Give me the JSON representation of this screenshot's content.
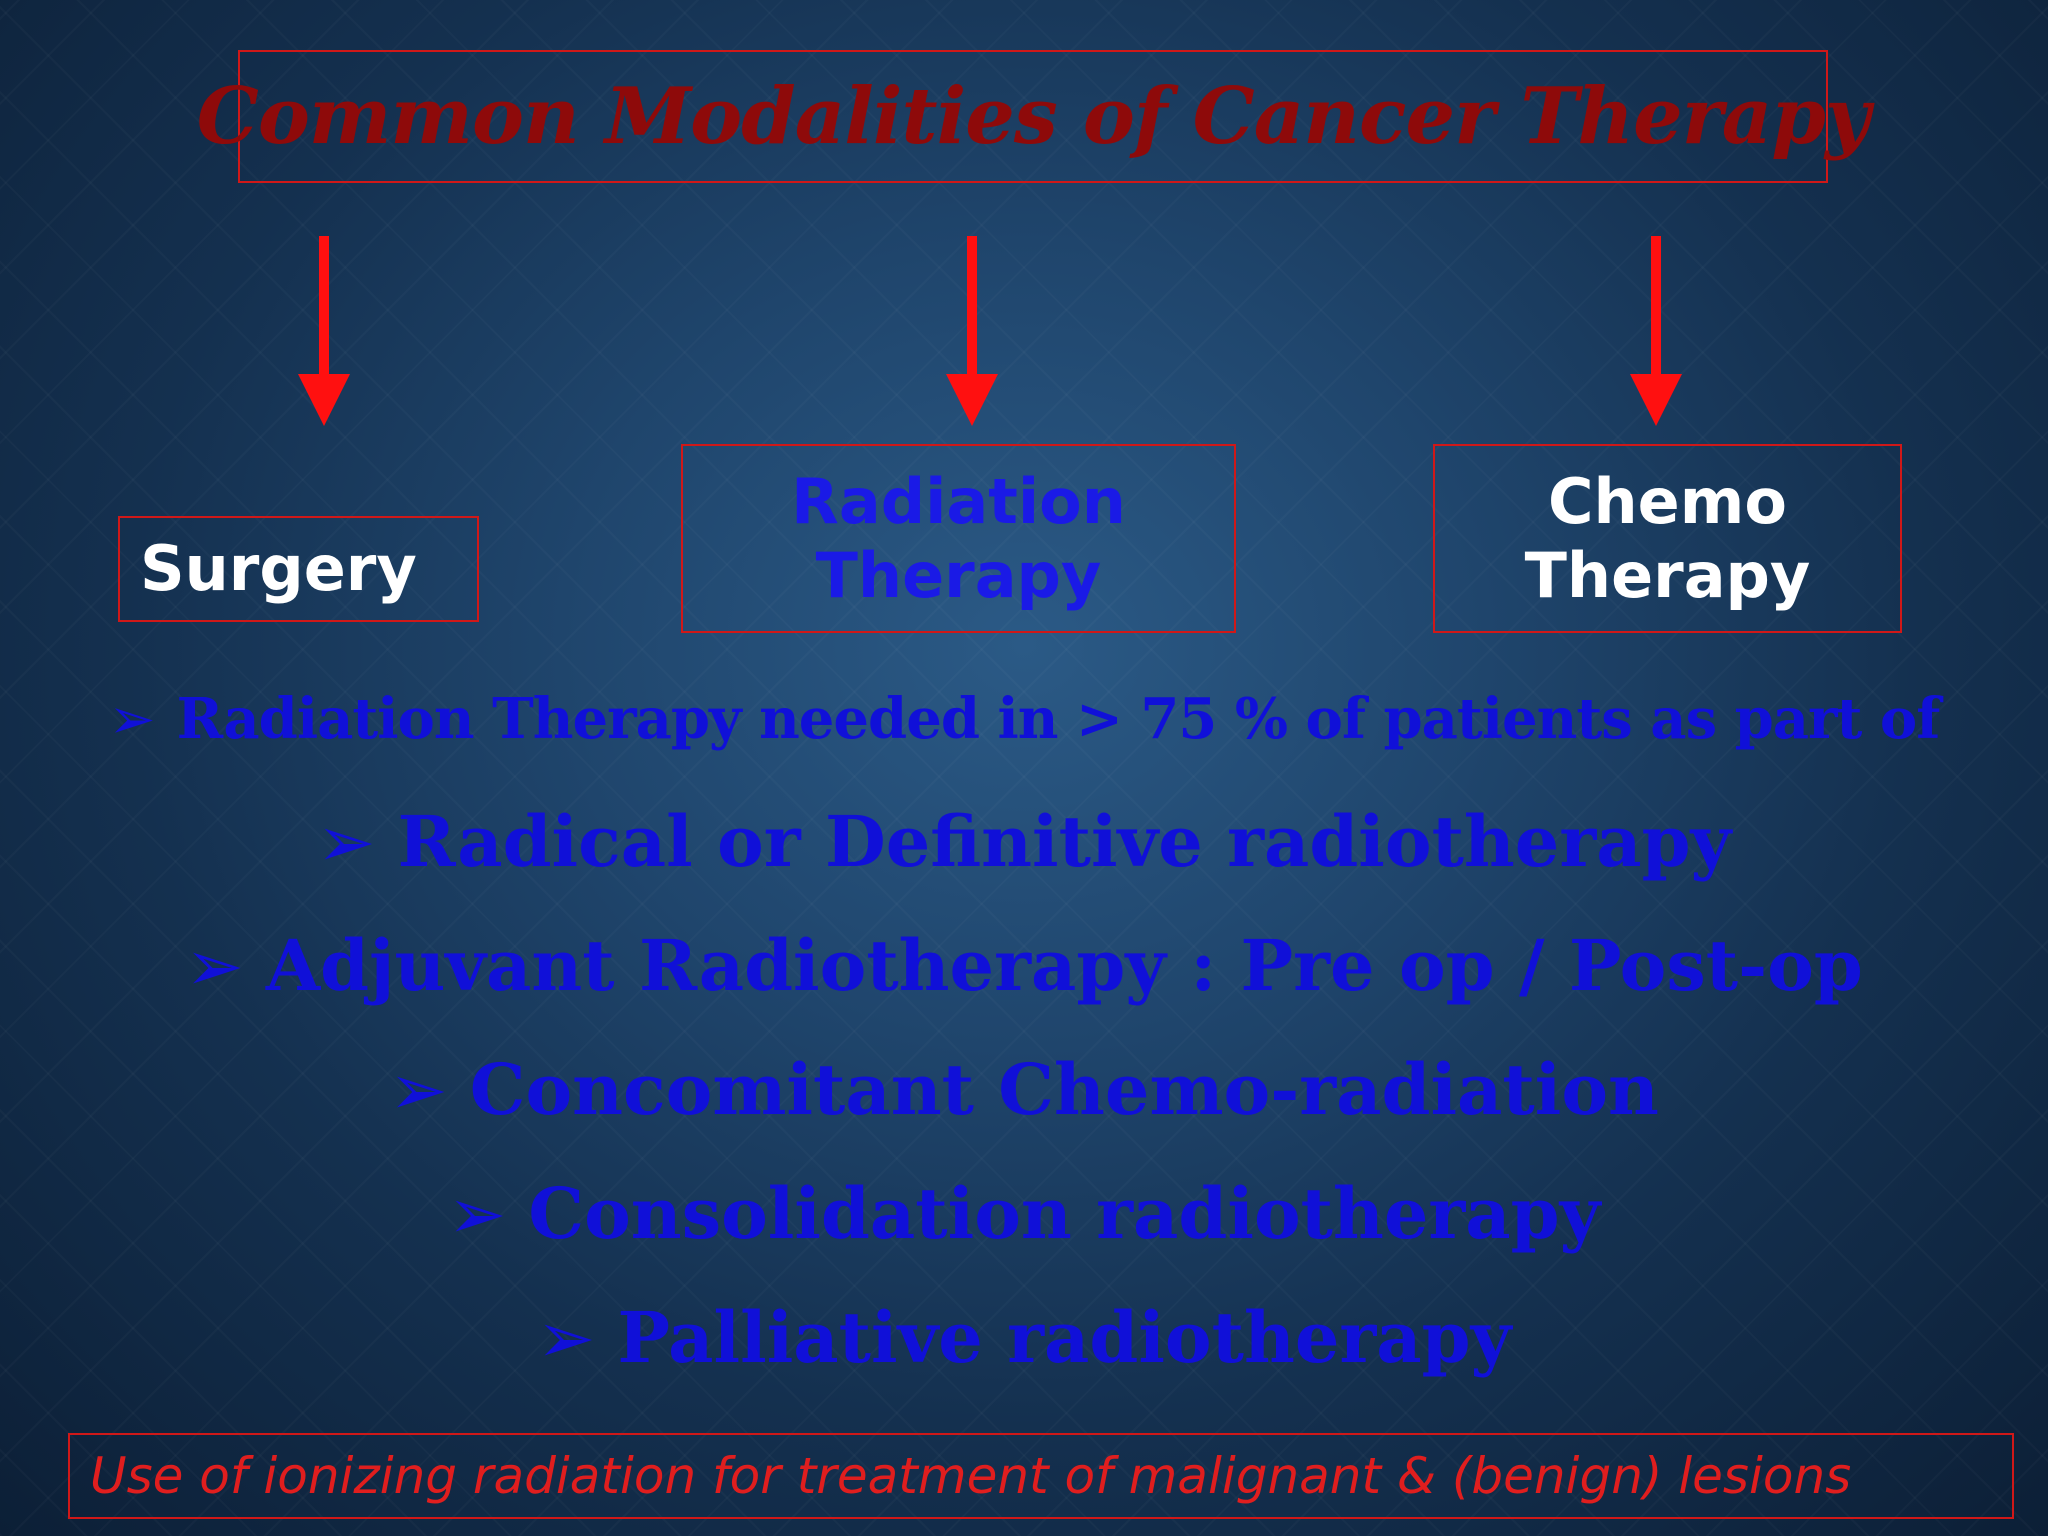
{
  "slide": {
    "title": "Common Modalities of Cancer Therapy",
    "modalities": [
      {
        "line1": "Surgery",
        "line2": ""
      },
      {
        "line1": "Radiation",
        "line2": "Therapy"
      },
      {
        "line1": "Chemo",
        "line2": "Therapy"
      }
    ],
    "bullet_marker": "➢",
    "bullets": [
      "Radiation Therapy needed in > 75 % of patients as part of",
      "Radical or Definitive radiotherapy",
      "Adjuvant Radiotherapy : Pre op / Post-op",
      "Concomitant Chemo-radiation",
      "Consolidation radiotherapy",
      "Palliative radiotherapy"
    ],
    "footer": "Use of ionizing radiation for treatment of malignant & (benign) lesions"
  },
  "colors": {
    "border_red": "#d01818",
    "arrow_red": "#ff1010",
    "title_red": "#8e0a0a",
    "bullet_blue": "#1010d8",
    "radiation_blue": "#1a1ae6",
    "footer_red": "#e01e1e",
    "background_blue": "#1f456c"
  }
}
